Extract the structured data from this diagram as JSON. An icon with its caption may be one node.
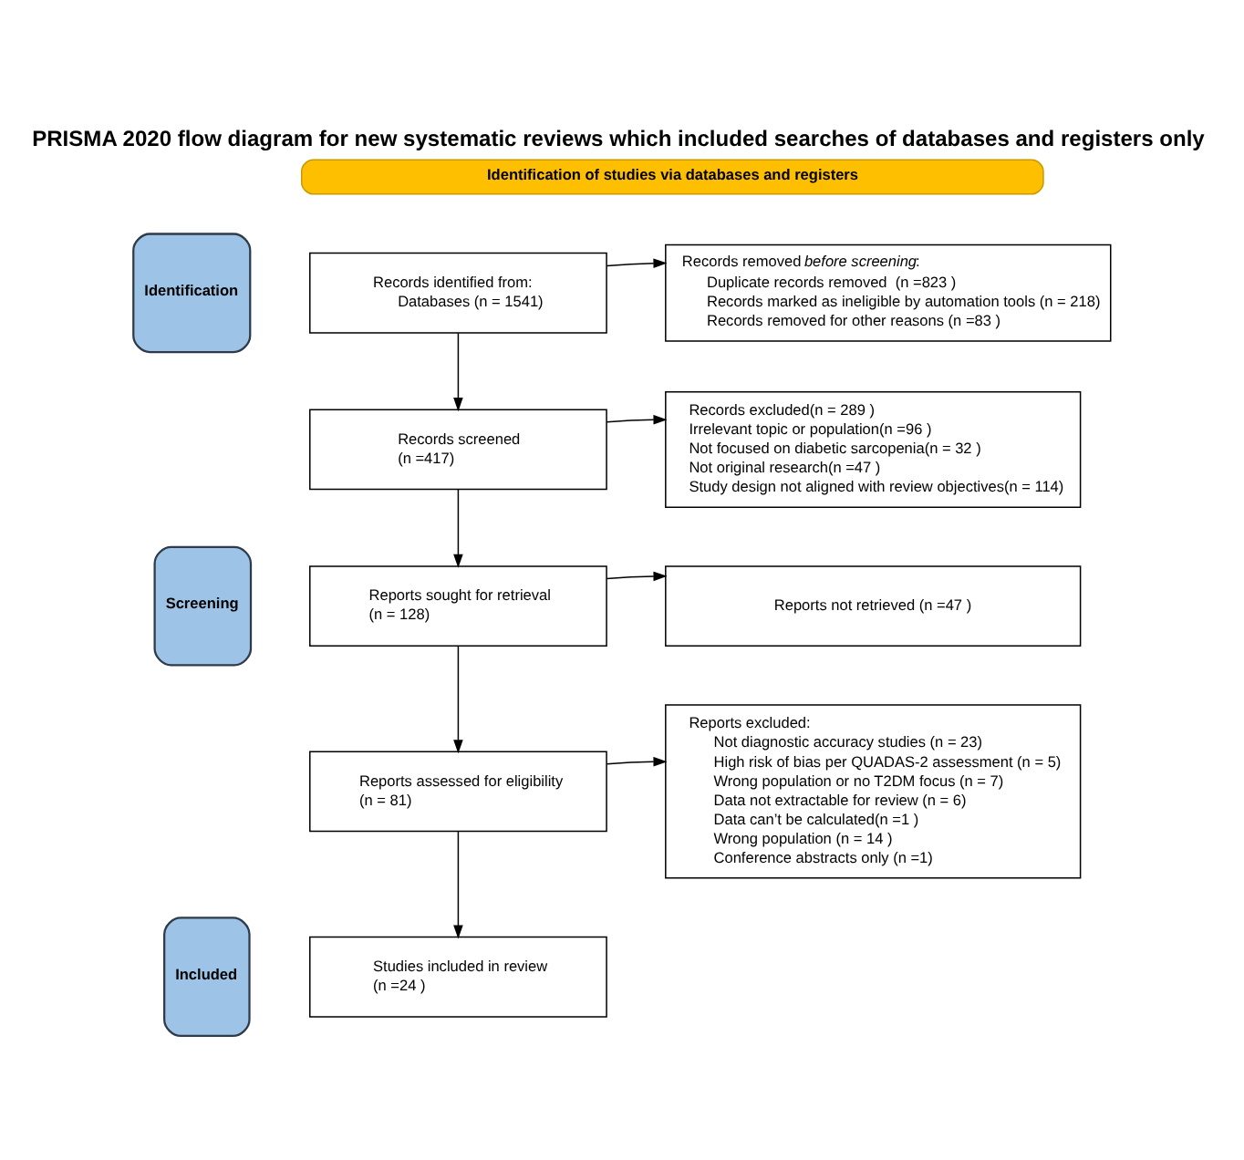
{
  "diagram": {
    "title": "PRISMA 2020 flow diagram for new systematic reviews which included searches of databases and registers only",
    "nodes": [
      {
        "text": [
          "Identification of studies via databases and registers"
        ]
      },
      {
        "text": [
          "Identification"
        ]
      },
      {
        "text": [
          "Records identified from:",
          "Databases (n = 1541)"
        ]
      },
      {
        "text": [
          "Records removed *before screening*:",
          "Duplicate records removed  (n =823 )",
          "Records marked as ineligible by automation tools (n = 218)",
          "Records removed for other reasons (n =83 )"
        ]
      },
      {
        "text": [
          "Screening"
        ]
      },
      {
        "text": [
          "Records screened",
          "(n =417)"
        ]
      },
      {
        "text": [
          "Records excluded(n = 289 )",
          "Irrelevant topic or population(n =96 )",
          "Not focused on diabetic sarcopenia(n = 32 )",
          "Not original research(n =47 )",
          "Study design not aligned with review objectives(n = 114)"
        ]
      },
      {
        "text": [
          "Reports sought for retrieval",
          "(n = 128)"
        ]
      },
      {
        "text": [
          "Reports not retrieved (n =47 )"
        ]
      },
      {
        "text": [
          "Reports assessed for eligibility",
          "(n = 81)"
        ]
      },
      {
        "text": [
          "Reports excluded:",
          "Not diagnostic accuracy studies (n = 23)",
          "High risk of bias per QUADAS-2 assessment (n = 5)",
          "Wrong population or no T2DM focus (n = 7)",
          "Data not extractable for review (n = 6)",
          "Data can’t be calculated(n =1 )",
          "Wrong population (n = 14 )",
          "Conference abstracts only (n =1)"
        ]
      },
      {
        "text": [
          "Included"
        ]
      },
      {
        "text": [
          "Studies included in review",
          "(n =24 )"
        ]
      }
    ],
    "edges": [
      {
        "from": 2,
        "to": 3,
        "arrow": "to"
      },
      {
        "from": 2,
        "to": 5,
        "arrow": "to"
      },
      {
        "from": 5,
        "to": 6,
        "arrow": "to"
      },
      {
        "from": 5,
        "to": 7,
        "arrow": "to"
      },
      {
        "from": 7,
        "to": 8,
        "arrow": "to"
      },
      {
        "from": 7,
        "to": 9,
        "arrow": "to"
      },
      {
        "from": 9,
        "to": 10,
        "arrow": "to"
      },
      {
        "from": 9,
        "to": 12,
        "arrow": "to"
      }
    ]
  }
}
